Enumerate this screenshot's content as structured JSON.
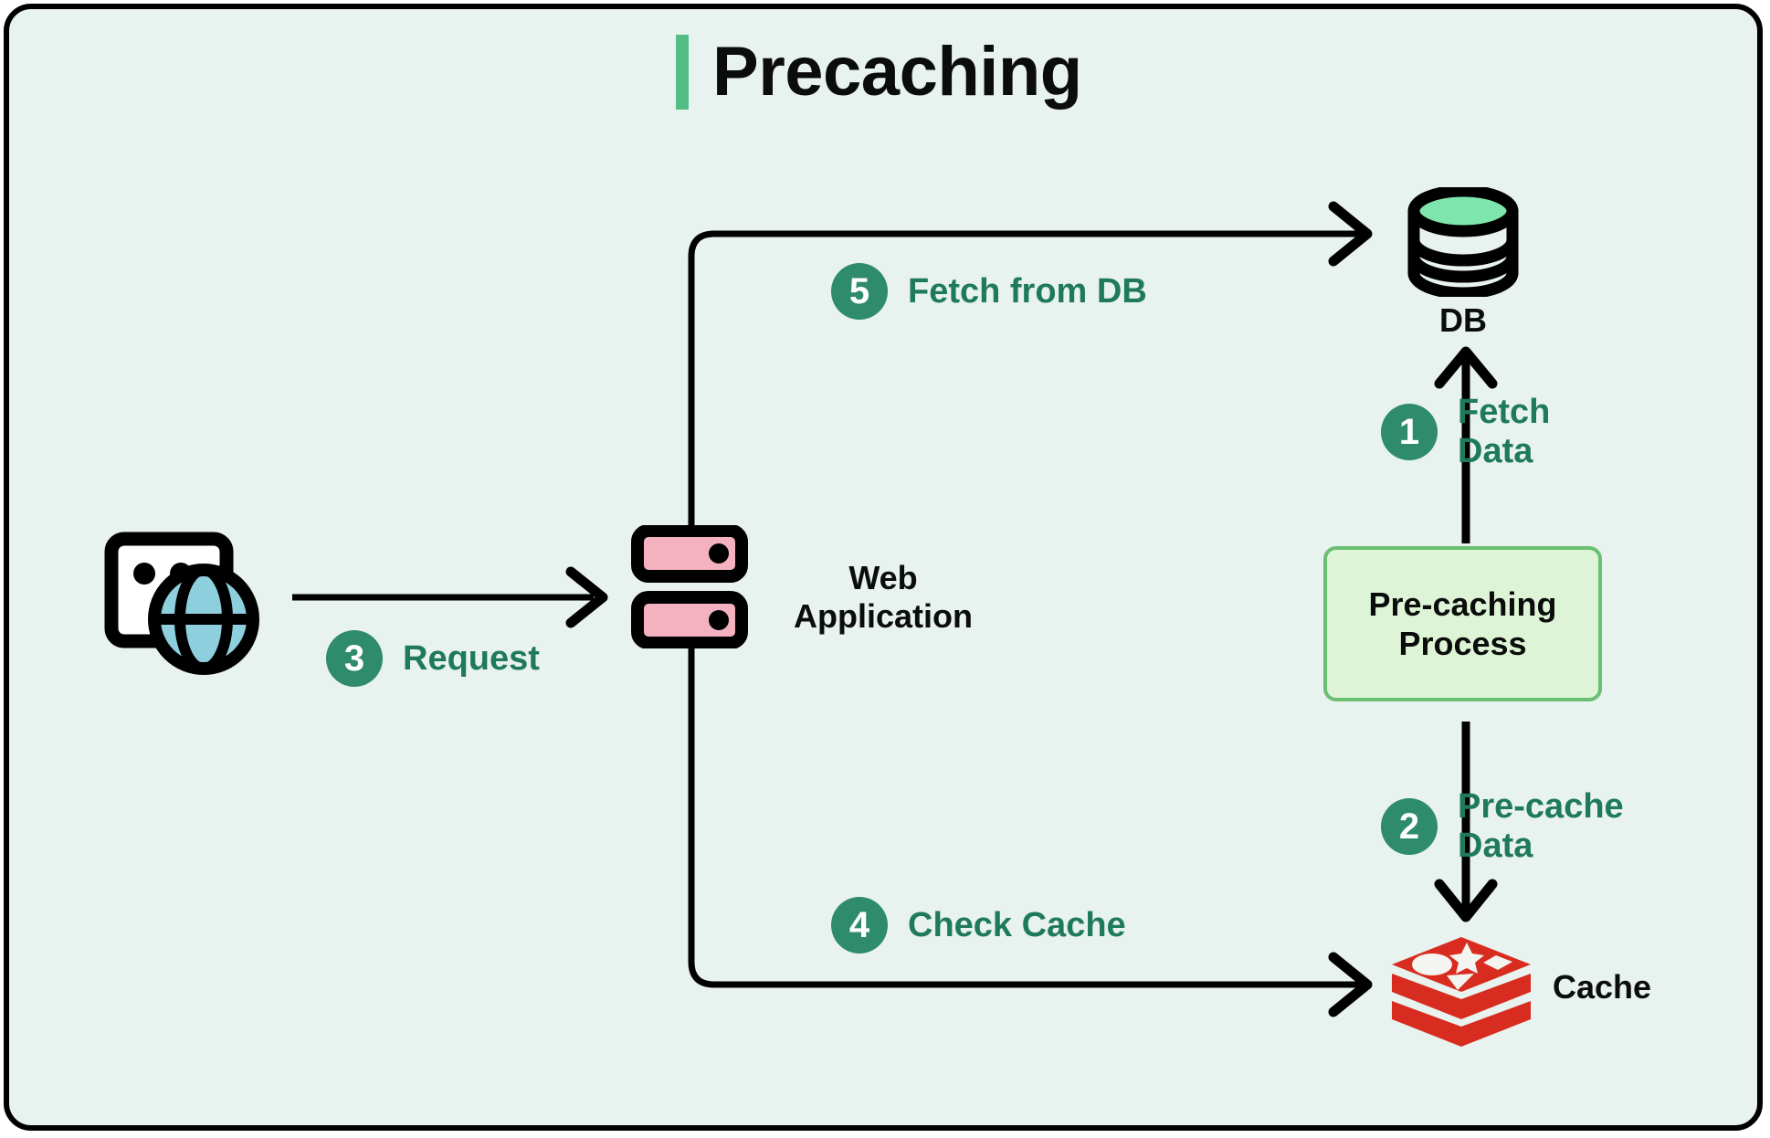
{
  "diagram": {
    "title": "Precaching",
    "accent_color": "#52bd85",
    "background_color": "#e8f2ee",
    "border_color": "#000000",
    "step_badge_color": "#2e8b6b",
    "step_label_color": "#1f7a5c"
  },
  "nodes": {
    "client": {
      "icon": "browser-globe-icon",
      "label": ""
    },
    "web_application": {
      "icon": "server-icon",
      "label": "Web\nApplication"
    },
    "database": {
      "icon": "database-cylinder-icon",
      "label": "DB"
    },
    "cache": {
      "icon": "redis-cache-icon",
      "label": "Cache"
    },
    "process": {
      "label": "Pre-caching\nProcess",
      "fill": "#ddf5d6",
      "stroke": "#6bbf73"
    }
  },
  "steps": [
    {
      "number": "1",
      "label": "Fetch\nData",
      "from": "process",
      "to": "database"
    },
    {
      "number": "2",
      "label": "Pre-cache\nData",
      "from": "process",
      "to": "cache"
    },
    {
      "number": "3",
      "label": "Request",
      "from": "client",
      "to": "web_application"
    },
    {
      "number": "4",
      "label": "Check Cache",
      "from": "web_application",
      "to": "cache"
    },
    {
      "number": "5",
      "label": "Fetch from DB",
      "from": "web_application",
      "to": "database"
    }
  ]
}
